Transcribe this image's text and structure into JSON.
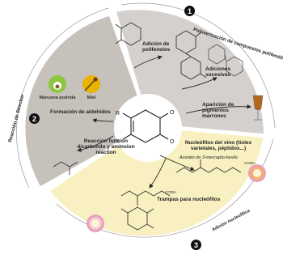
{
  "sections": {
    "polimerizacion": {
      "number": "1",
      "title": "Polimerización de compuestos polifenólicos",
      "step_adicion": "Adición de polifenoles",
      "step_sucesivas": "Adiciones sucesivas",
      "step_pigmentos": "Aparición de pigmentos marrones"
    },
    "strecker": {
      "number": "2",
      "title": "Reacción de Strecker",
      "apple_label": "Manzana podrida",
      "honey_label": "Miel",
      "aldehidos": "Formación de aldehídos",
      "reaccion": "Reacción función dicarbonilo y aminoion reaction"
    },
    "nucleofilica": {
      "number": "3",
      "title": "Adición nucleofílica",
      "nucleofilos": "Nucleófilos del vino (tioles varietales, péptidos...)",
      "acetato": "Acetato de 3-mercapto-hexilo",
      "trampas": "Trampas para nucleófilos"
    }
  },
  "colors": {
    "polimerizacion_bg": "#d4d0cd",
    "strecker_bg": "#c7c1bc",
    "nucleofilica_bg": "#f8f0c0",
    "apple": "#8dc63f",
    "honey": "#e8b400",
    "wine_glass": "#b5651d",
    "ring_pink": "#e8a0b8"
  },
  "molecules": {
    "cooh_top": "COOH",
    "cooh_bottom": "COOH",
    "r_label": "R",
    "o_label": "O"
  }
}
